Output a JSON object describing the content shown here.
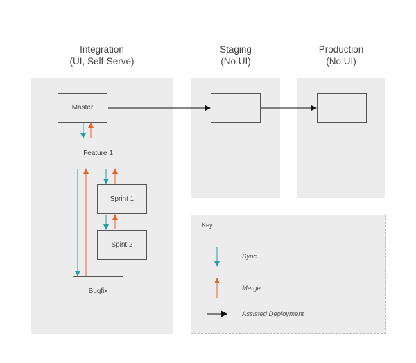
{
  "columns": {
    "integration": {
      "line1": "Integration",
      "line2": "(UI, Self-Serve)"
    },
    "staging": {
      "line1": "Staging",
      "line2": "(No UI)"
    },
    "production": {
      "line1": "Production",
      "line2": "(No UI)"
    }
  },
  "nodes": {
    "master": "Master",
    "feature1": "Feature 1",
    "sprint1": "Sprint 1",
    "sprint2": "Spint 2",
    "bugfix": "Bugfix",
    "staging_box": "",
    "production_box": ""
  },
  "key": {
    "title": "Key",
    "sync": "Sync",
    "merge": "Merge",
    "deploy": "Assisted Deployment"
  },
  "colors": {
    "sync": "#2a9d9d",
    "merge": "#e8622a",
    "deploy": "#111111",
    "panel": "#ececec"
  }
}
